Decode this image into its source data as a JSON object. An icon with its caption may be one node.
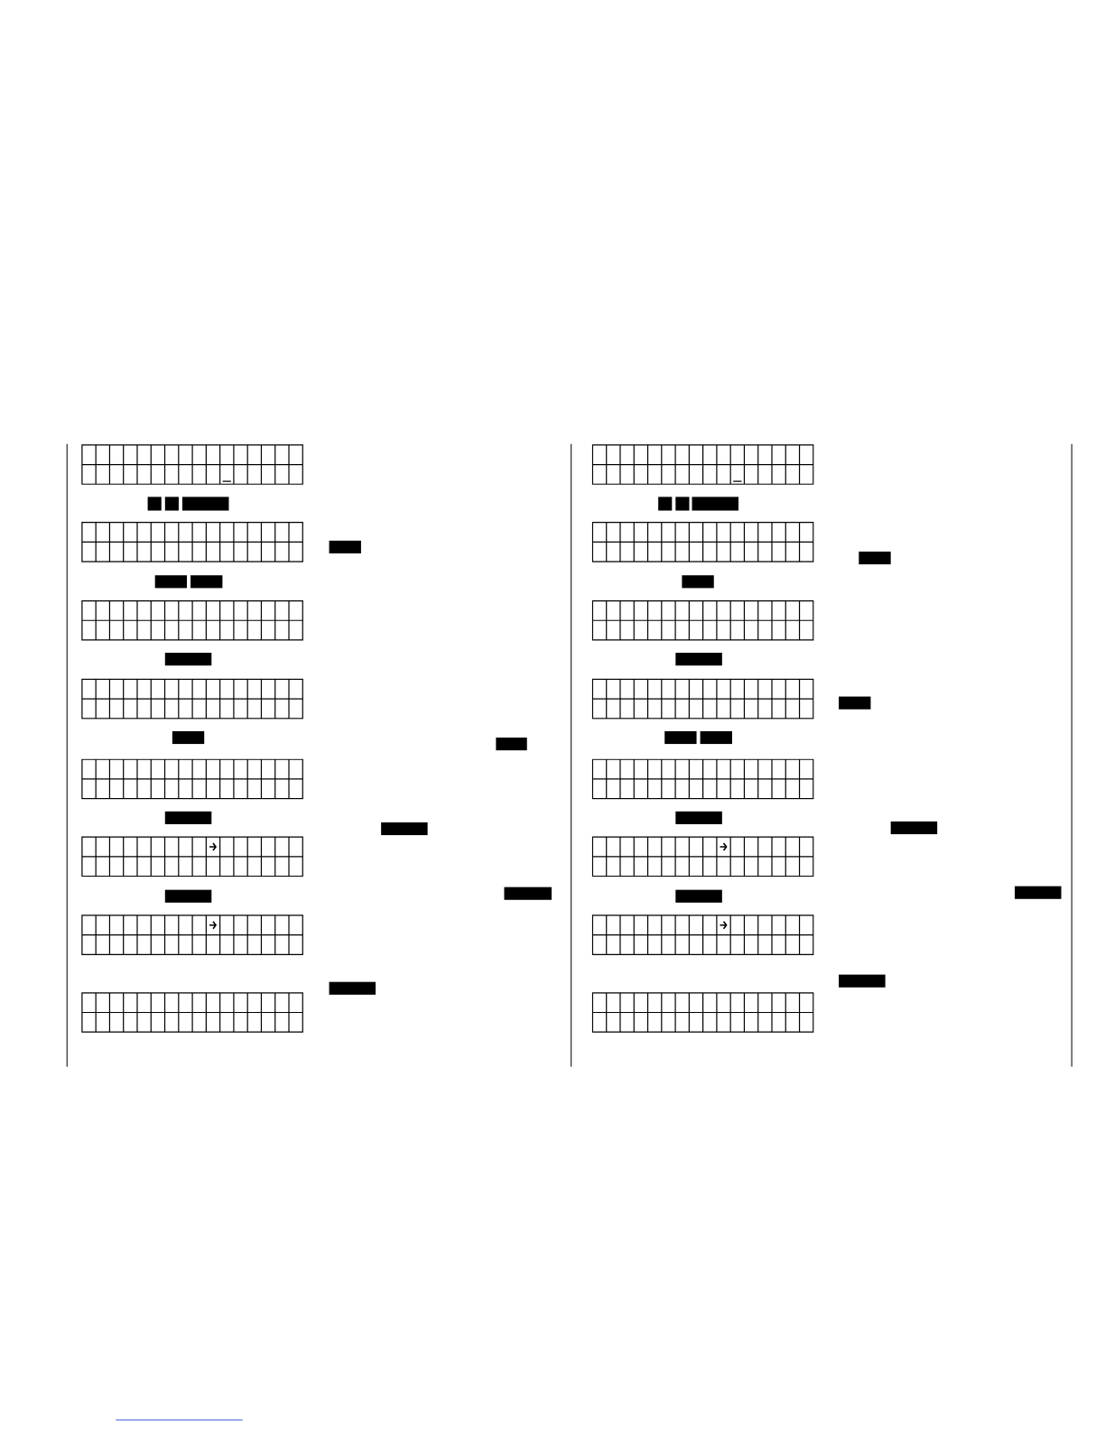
{
  "diagram": {
    "nodes": [
      {
        "text": [],
        "shape": "display"
      },
      {
        "text": [],
        "shape": "bar"
      },
      {
        "text": [],
        "shape": "bar"
      },
      {
        "text": [],
        "shape": "bar"
      },
      {
        "text": [],
        "shape": "display"
      },
      {
        "text": [],
        "shape": "bar"
      },
      {
        "text": [],
        "shape": "bar"
      },
      {
        "text": [],
        "shape": "bar"
      },
      {
        "text": [],
        "shape": "display"
      },
      {
        "text": [],
        "shape": "bar"
      },
      {
        "text": [],
        "shape": "display"
      },
      {
        "text": [],
        "shape": "bar"
      },
      {
        "text": [],
        "shape": "bar"
      },
      {
        "text": [],
        "shape": "display"
      },
      {
        "text": [],
        "shape": "bar"
      },
      {
        "text": [],
        "shape": "bar"
      },
      {
        "text": [],
        "shape": "display"
      },
      {
        "text": [],
        "shape": "bar"
      },
      {
        "text": [],
        "shape": "bar"
      },
      {
        "text": [],
        "shape": "display"
      },
      {
        "text": [],
        "shape": "bar"
      },
      {
        "text": [],
        "shape": "display"
      },
      {
        "text": [],
        "shape": "display"
      },
      {
        "text": [],
        "shape": "bar"
      },
      {
        "text": [],
        "shape": "bar"
      },
      {
        "text": [],
        "shape": "bar"
      },
      {
        "text": [],
        "shape": "display"
      },
      {
        "text": [],
        "shape": "bar"
      },
      {
        "text": [],
        "shape": "bar"
      },
      {
        "text": [],
        "shape": "display"
      },
      {
        "text": [],
        "shape": "bar"
      },
      {
        "text": [],
        "shape": "display"
      },
      {
        "text": [],
        "shape": "bar"
      },
      {
        "text": [],
        "shape": "bar"
      },
      {
        "text": [],
        "shape": "bar"
      },
      {
        "text": [],
        "shape": "display"
      },
      {
        "text": [],
        "shape": "bar"
      },
      {
        "text": [],
        "shape": "bar"
      },
      {
        "text": [],
        "shape": "display"
      },
      {
        "text": [],
        "shape": "bar"
      },
      {
        "text": [],
        "shape": "bar"
      },
      {
        "text": [],
        "shape": "display"
      },
      {
        "text": [],
        "shape": "bar"
      },
      {
        "text": [],
        "shape": "display"
      }
    ]
  }
}
